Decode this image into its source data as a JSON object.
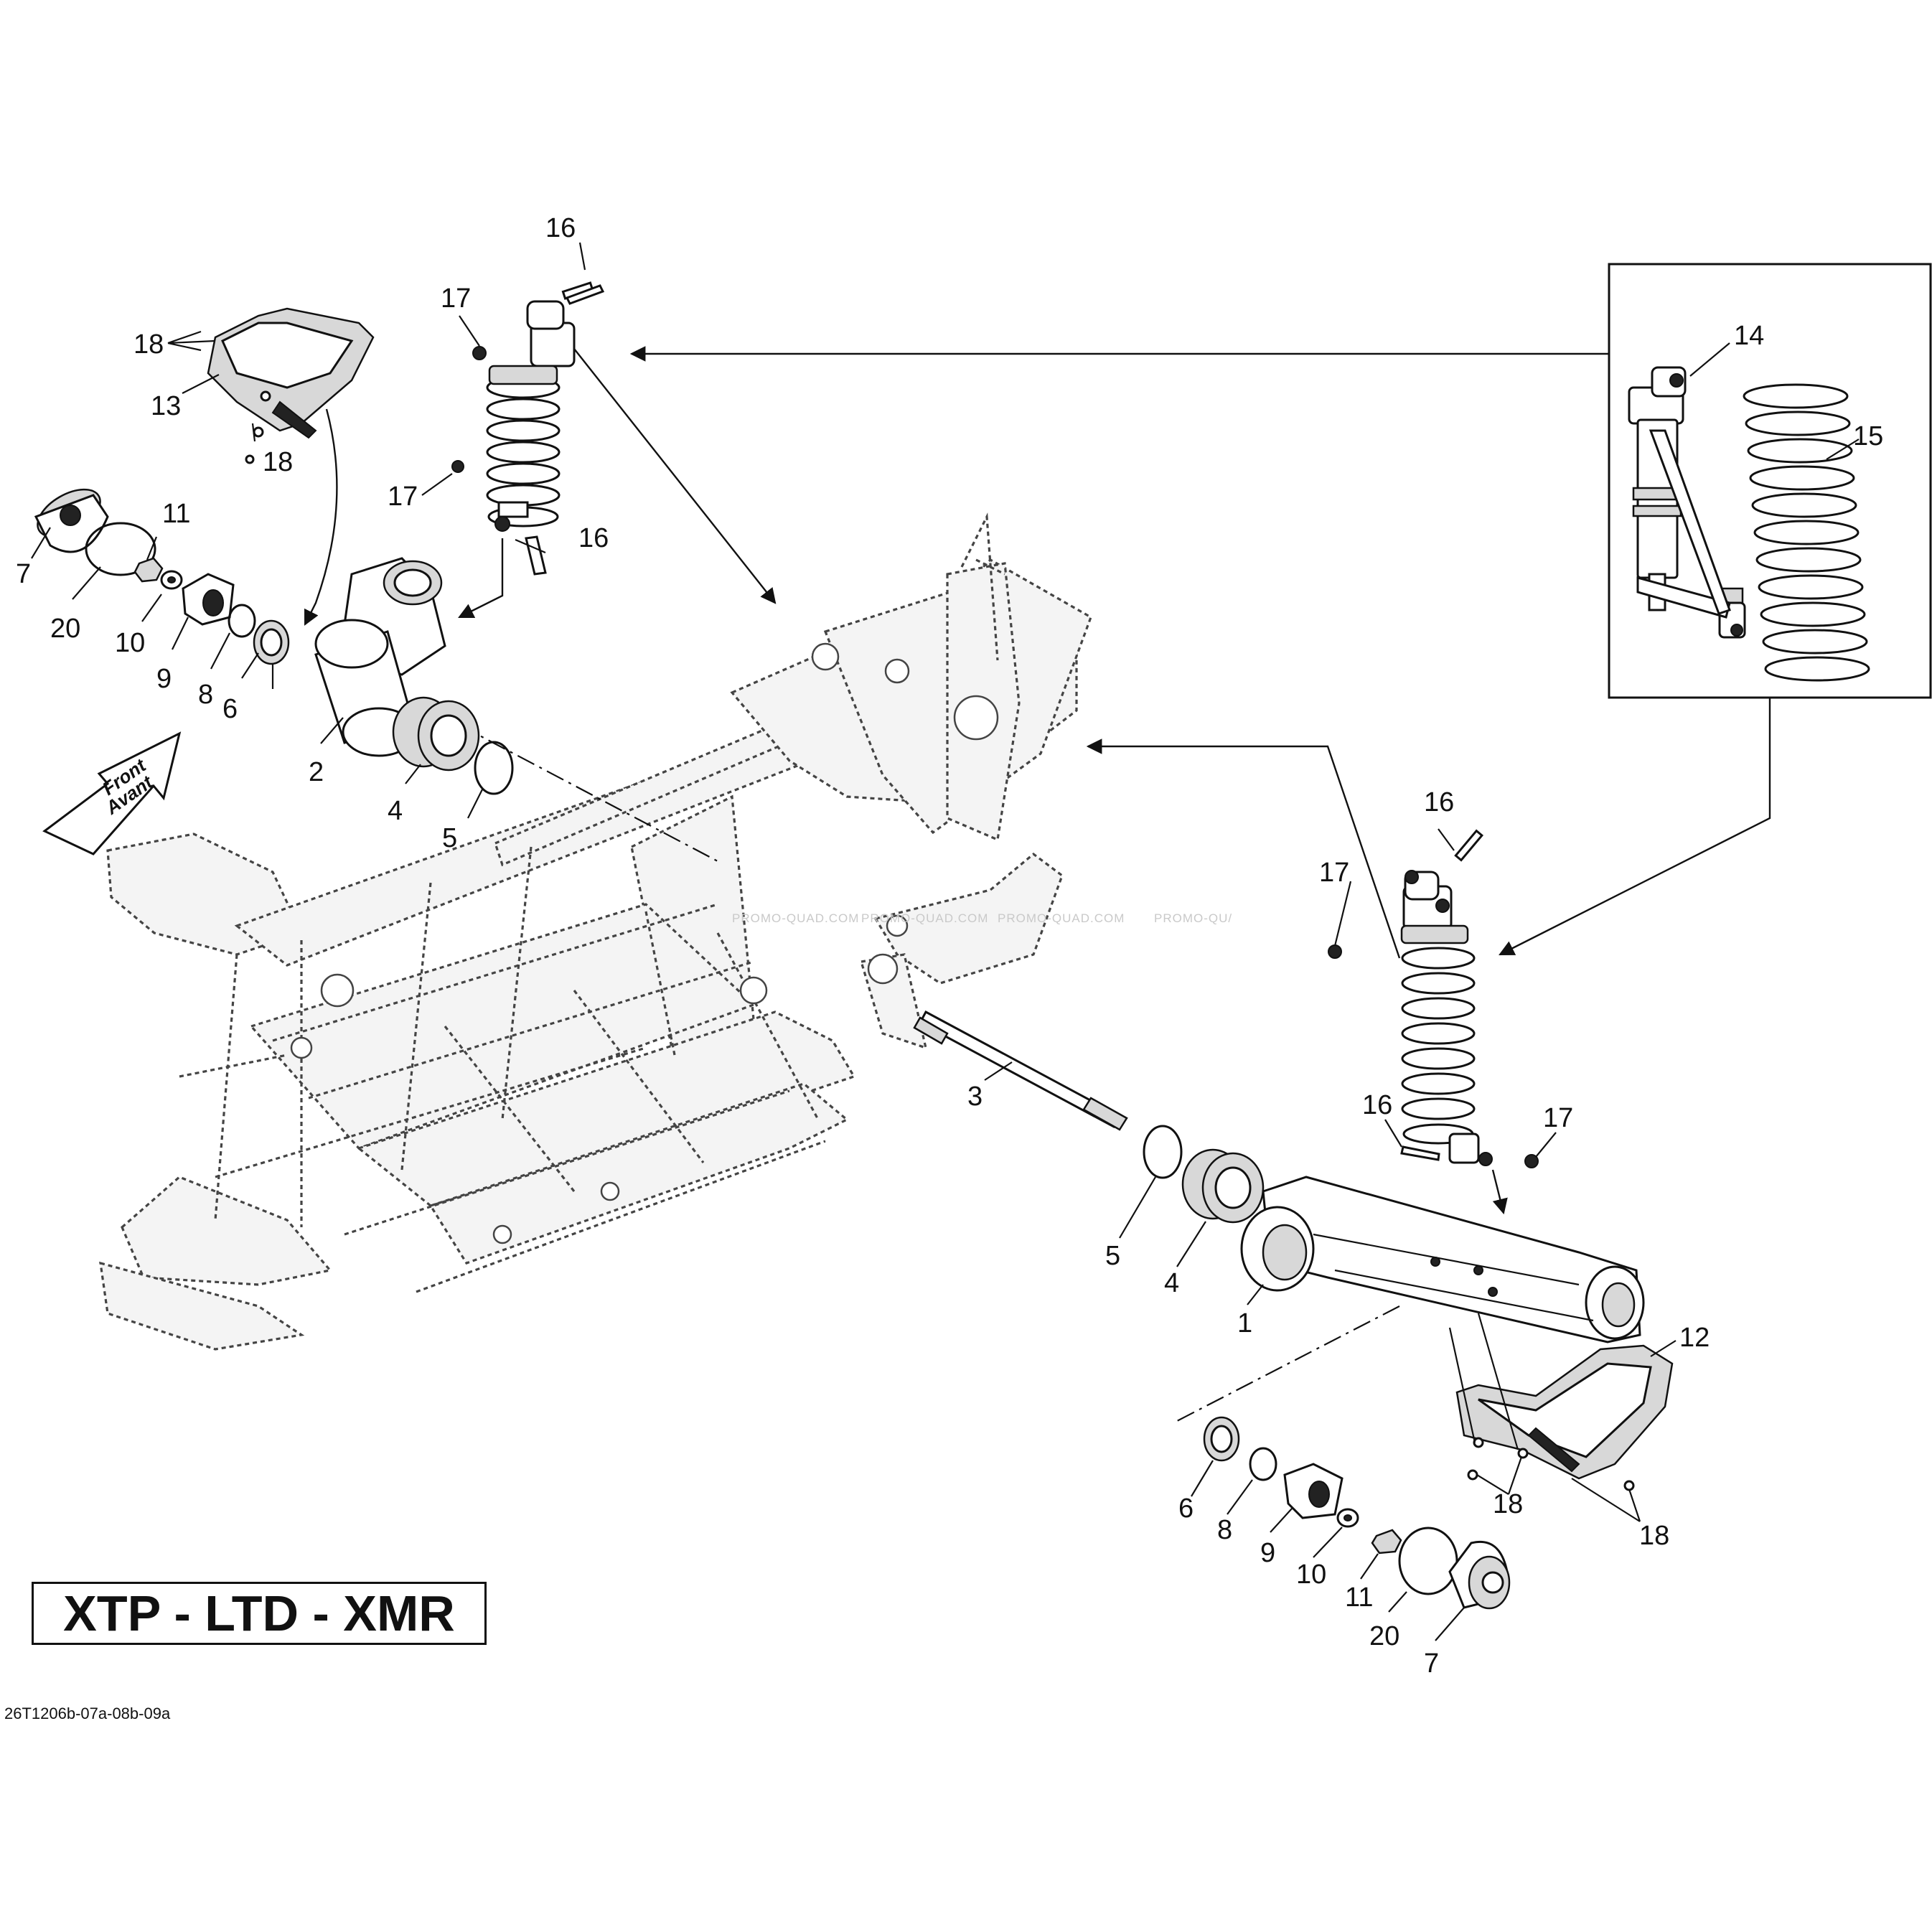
{
  "diagram": {
    "model_label": "XTP - LTD - XMR",
    "drawing_code": "26T1206b-07a-08b-09a",
    "front_badge": {
      "line1": "Front",
      "line2": "Avant"
    },
    "watermarks": [
      "PROMO-QUAD.COM",
      "PROMO-QUAD.COM",
      "PROMO-QUAD.COM",
      "PROMO-QU/"
    ],
    "callouts": {
      "c16a": "16",
      "c17a": "17",
      "c18a": "18",
      "c13": "13",
      "c18b": "18",
      "c17b": "17",
      "c16b": "16",
      "c11a": "11",
      "c7a": "7",
      "c20a": "20",
      "c10a": "10",
      "c9a": "9",
      "c8a": "8",
      "c6a": "6",
      "c2": "2",
      "c4a": "4",
      "c5a": "5",
      "c14": "14",
      "c15": "15",
      "c16c": "16",
      "c17c": "17",
      "c3": "3",
      "c16d": "16",
      "c17d": "17",
      "c5b": "5",
      "c4b": "4",
      "c1": "1",
      "c12": "12",
      "c6b": "6",
      "c8b": "8",
      "c9b": "9",
      "c10b": "10",
      "c11b": "11",
      "c20b": "20",
      "c7b": "7",
      "c18c": "18",
      "c18d": "18"
    }
  }
}
